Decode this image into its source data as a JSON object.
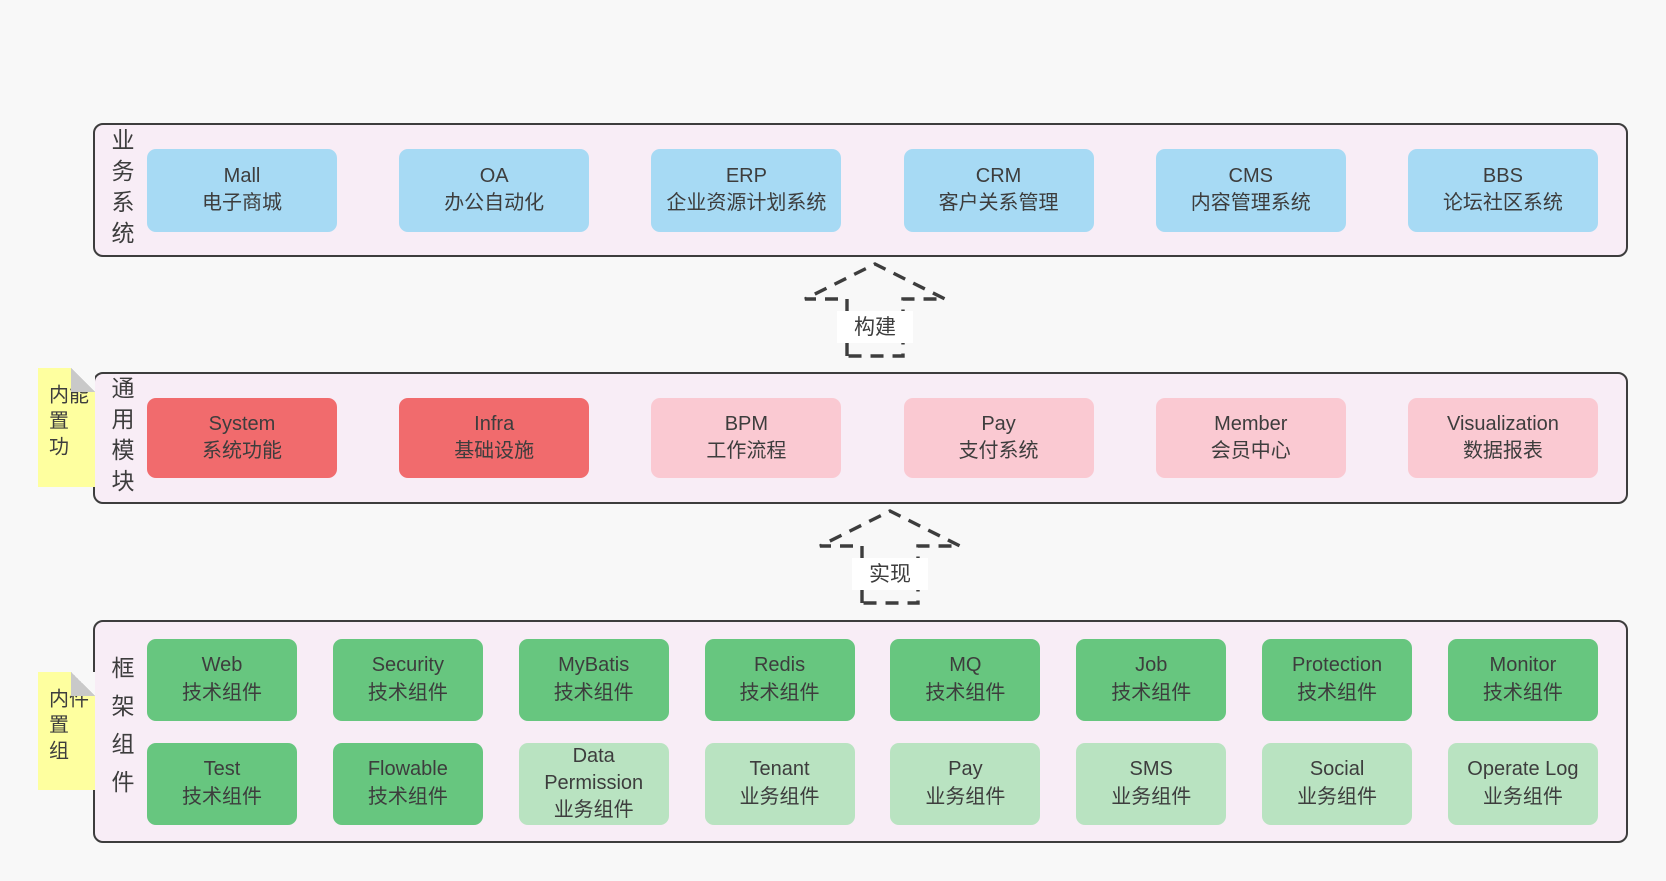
{
  "page": {
    "background": "#F8F8F8"
  },
  "palette": {
    "page_bg": "#F8F8F8",
    "container": "#F8EDF6",
    "border": "#3D3D3D",
    "text": "#3D3D3D",
    "blue": "#A7DAF4",
    "red": "#F16B6D",
    "pink": "#FAC9D2",
    "green": "#67C67F",
    "lightgreen": "#B9E3C1",
    "yellow": "#FEFF9F",
    "fold": "#C9C9C9",
    "arrow_label_bg": "#FFFFFF"
  },
  "sections": [
    {
      "id": "business-systems",
      "side_label": "业务系统",
      "note": null,
      "rows": [
        [
          {
            "title": "Mall",
            "subtitle": "电子商城",
            "variant": "blue"
          },
          {
            "title": "OA",
            "subtitle": "办公自动化",
            "variant": "blue"
          },
          {
            "title": "ERP",
            "subtitle": "企业资源计划系统",
            "variant": "blue"
          },
          {
            "title": "CRM",
            "subtitle": "客户关系管理",
            "variant": "blue"
          },
          {
            "title": "CMS",
            "subtitle": "内容管理系统",
            "variant": "blue"
          },
          {
            "title": "BBS",
            "subtitle": "论坛社区系统",
            "variant": "blue"
          }
        ]
      ]
    },
    {
      "id": "common-modules",
      "side_label": "通用模块",
      "note": "内置功能",
      "rows": [
        [
          {
            "title": "System",
            "subtitle": "系统功能",
            "variant": "red"
          },
          {
            "title": "Infra",
            "subtitle": "基础设施",
            "variant": "red"
          },
          {
            "title": "BPM",
            "subtitle": "工作流程",
            "variant": "pink"
          },
          {
            "title": "Pay",
            "subtitle": "支付系统",
            "variant": "pink"
          },
          {
            "title": "Member",
            "subtitle": "会员中心",
            "variant": "pink"
          },
          {
            "title": "Visualization",
            "subtitle": "数据报表",
            "variant": "pink"
          }
        ]
      ]
    },
    {
      "id": "framework-components",
      "side_label": "框架组件",
      "note": "内置组件",
      "rows": [
        [
          {
            "title": "Web",
            "subtitle": "技术组件",
            "variant": "green"
          },
          {
            "title": "Security",
            "subtitle": "技术组件",
            "variant": "green"
          },
          {
            "title": "MyBatis",
            "subtitle": "技术组件",
            "variant": "green"
          },
          {
            "title": "Redis",
            "subtitle": "技术组件",
            "variant": "green"
          },
          {
            "title": "MQ",
            "subtitle": "技术组件",
            "variant": "green"
          },
          {
            "title": "Job",
            "subtitle": "技术组件",
            "variant": "green"
          },
          {
            "title": "Protection",
            "subtitle": "技术组件",
            "variant": "green"
          },
          {
            "title": "Monitor",
            "subtitle": "技术组件",
            "variant": "green"
          }
        ],
        [
          {
            "title": "Test",
            "subtitle": "技术组件",
            "variant": "green"
          },
          {
            "title": "Flowable",
            "subtitle": "技术组件",
            "variant": "green"
          },
          {
            "title": "Data Permission",
            "subtitle": "业务组件",
            "variant": "lightgreen"
          },
          {
            "title": "Tenant",
            "subtitle": "业务组件",
            "variant": "lightgreen"
          },
          {
            "title": "Pay",
            "subtitle": "业务组件",
            "variant": "lightgreen"
          },
          {
            "title": "SMS",
            "subtitle": "业务组件",
            "variant": "lightgreen"
          },
          {
            "title": "Social",
            "subtitle": "业务组件",
            "variant": "lightgreen"
          },
          {
            "title": "Operate Log",
            "subtitle": "业务组件",
            "variant": "lightgreen"
          }
        ]
      ]
    }
  ],
  "arrows": [
    {
      "label": "构建"
    },
    {
      "label": "实现"
    }
  ]
}
